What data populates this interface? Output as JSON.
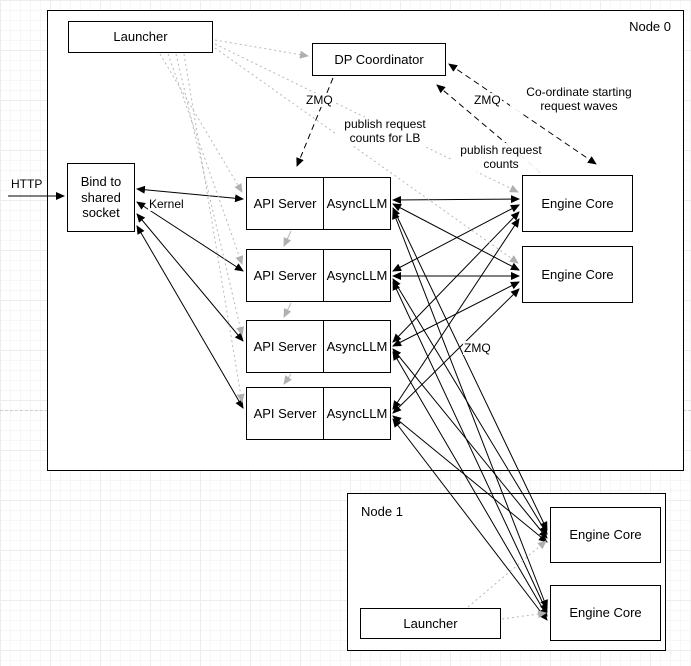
{
  "diagram": {
    "node0": {
      "title": "Node 0"
    },
    "node1": {
      "title": "Node 1"
    },
    "boxes": {
      "launcher0": "Launcher",
      "launcher1": "Launcher",
      "dp_coordinator": "DP Coordinator",
      "bind_socket": "Bind to shared socket",
      "api_rows": [
        {
          "api": "API Server",
          "async": "AsyncLLM"
        },
        {
          "api": "API Server",
          "async": "AsyncLLM"
        },
        {
          "api": "API Server",
          "async": "AsyncLLM"
        },
        {
          "api": "API Server",
          "async": "AsyncLLM"
        }
      ],
      "engine_cores_node0": [
        "Engine Core",
        "Engine Core"
      ],
      "engine_cores_node1": [
        "Engine Core",
        "Engine Core"
      ]
    },
    "labels": {
      "http": "HTTP",
      "kernel": "Kernel",
      "zmq_launcher": "ZMQ",
      "zmq_coordinator": "ZMQ",
      "zmq_engines": "ZMQ",
      "publish_lb": "publish request counts for LB",
      "publish_counts": "publish request counts",
      "coordinate_waves": "Co-ordinate starting request waves"
    }
  }
}
